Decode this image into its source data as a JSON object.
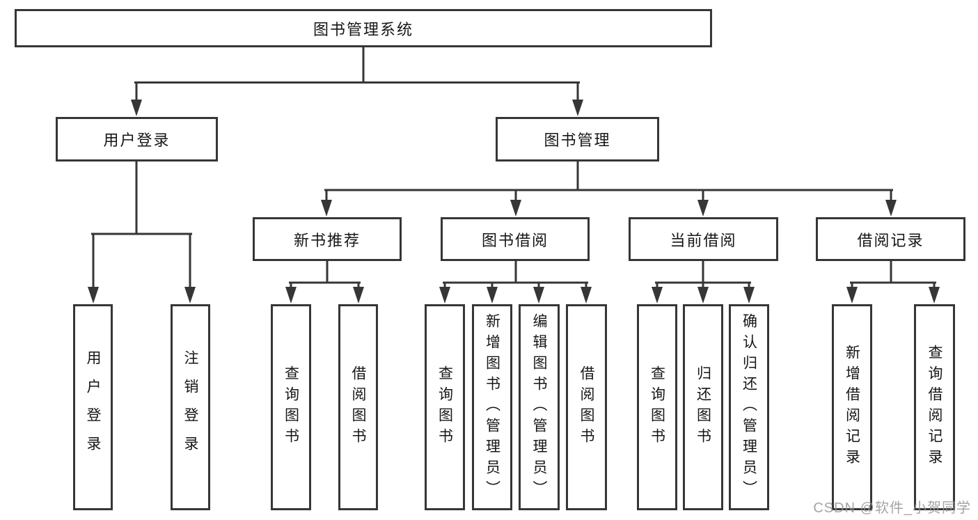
{
  "tree": {
    "label": "图书管理系统",
    "children": [
      {
        "label": "用户登录",
        "children": [
          {
            "label": "用户登录"
          },
          {
            "label": "注销登录"
          }
        ]
      },
      {
        "label": "图书管理",
        "children": [
          {
            "label": "新书推荐",
            "children": [
              {
                "label": "查询图书"
              },
              {
                "label": "借阅图书"
              }
            ]
          },
          {
            "label": "图书借阅",
            "children": [
              {
                "label": "查询图书"
              },
              {
                "label": "新增图书（管理员）"
              },
              {
                "label": "编辑图书（管理员）"
              },
              {
                "label": "借阅图书"
              }
            ]
          },
          {
            "label": "当前借阅",
            "children": [
              {
                "label": "查询图书"
              },
              {
                "label": "归还图书"
              },
              {
                "label": "确认归还（管理员）"
              }
            ]
          },
          {
            "label": "借阅记录",
            "children": [
              {
                "label": "新增借阅记录"
              },
              {
                "label": "查询借阅记录"
              }
            ]
          }
        ]
      }
    ]
  },
  "watermark": {
    "text": "CSDN @软件_小贺同学"
  },
  "colors": {
    "line": "#363636",
    "text": "#161616",
    "background": "#ffffff",
    "watermark": "#949494"
  }
}
